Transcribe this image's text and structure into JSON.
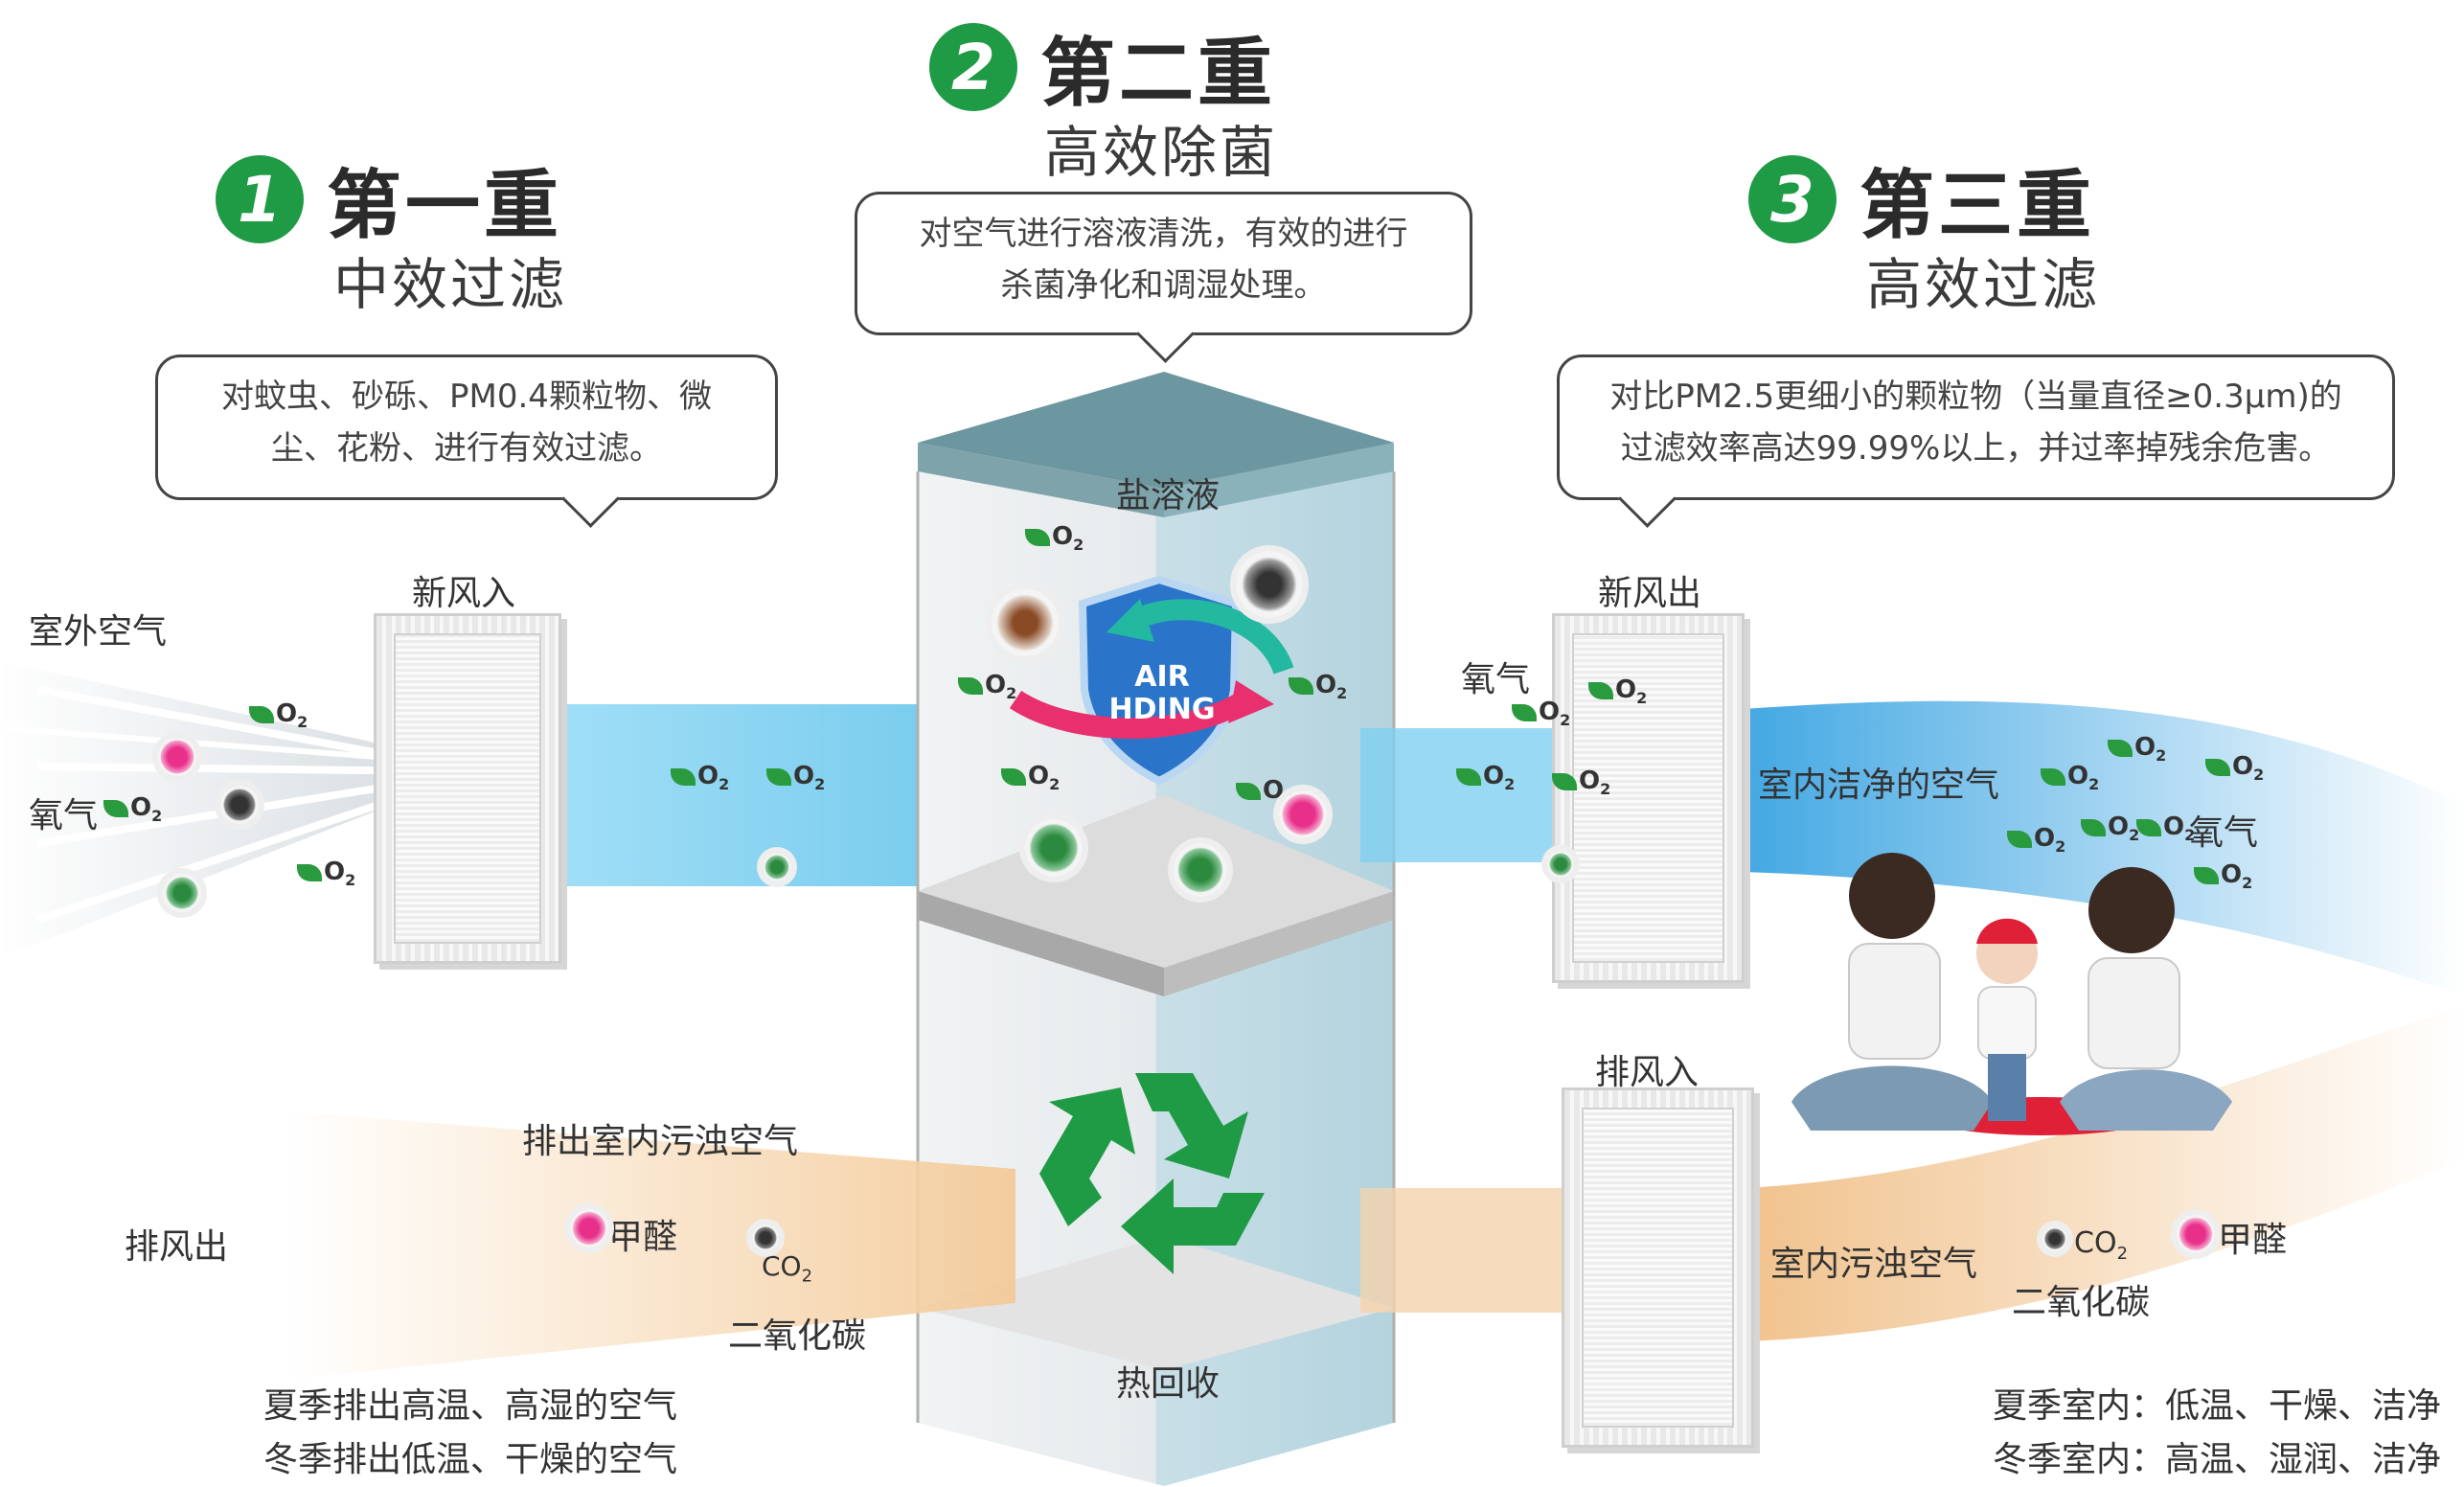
{
  "stage1": {
    "number": "1",
    "title": "第一重",
    "subtitle": "中效过滤",
    "bubble": [
      "对蚊虫、砂砾、PM0.4颗粒物、微",
      "尘、花粉、进行有效过滤。"
    ]
  },
  "stage2": {
    "number": "2",
    "title": "第二重",
    "subtitle": "高效除菌",
    "bubble": [
      "对空气进行溶液清洗，有效的进行",
      "杀菌净化和调湿处理。"
    ]
  },
  "stage3": {
    "number": "3",
    "title": "第三重",
    "subtitle": "高效过滤",
    "bubble": [
      "对比PM2.5更细小的颗粒物（当量直径≥0.3μm)的",
      "过滤效率高达99.99%以上，并过率掉残余危害。"
    ]
  },
  "labels": {
    "outdoor_air": "室外空气",
    "oxygen_left": "氧气",
    "fresh_in": "新风入",
    "salt_solution": "盐溶液",
    "shield_text": "AIR HDING",
    "heat_recovery": "热回收",
    "fresh_out": "新风出",
    "oxygen_right_top": "氧气",
    "indoor_clean_air": "室内洁净的空气",
    "oxygen_right": "氧气",
    "exhaust_in": "排风入",
    "exhaust_out": "排风出",
    "discharge_dirty": "排出室内污浊空气",
    "formaldehyde_left": "甲醛",
    "co2_left": "CO",
    "co2_name_left": "二氧化碳",
    "indoor_dirty": "室内污浊空气",
    "co2_right": "CO",
    "formaldehyde_right": "甲醛",
    "co2_name_right": "二氧化碳",
    "o2": "O",
    "o2_sub": "2"
  },
  "bottom_left": [
    "夏季排出高温、高湿的空气",
    "冬季排出低温、干燥的空气"
  ],
  "bottom_right": [
    "夏季室内：低温、干燥、洁净",
    "冬季室内：高温、湿润、洁净"
  ],
  "colors": {
    "green": "#1f9a45",
    "blue": "#5fc4ea",
    "orange": "#f2c18e",
    "pink": "#e8308a",
    "tower": "#b8d6df"
  }
}
